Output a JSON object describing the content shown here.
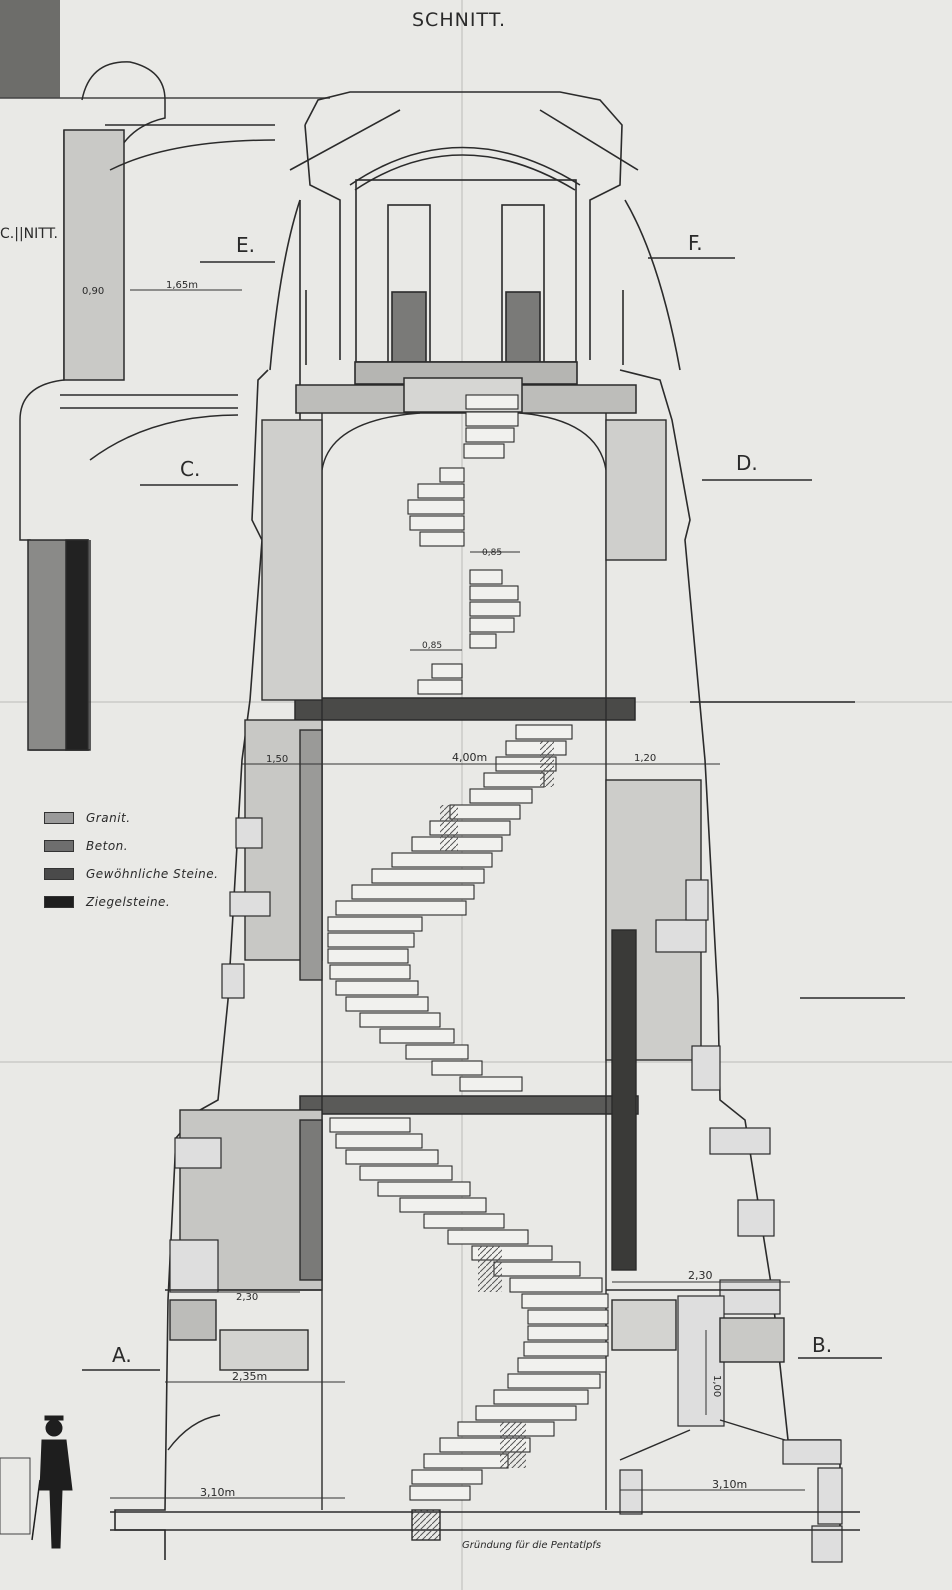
{
  "drawing": {
    "title": "SCHNITT.",
    "side_title": "C.||NITT.",
    "section_marks": {
      "a": "A.",
      "b": "B.",
      "c": "C.",
      "d": "D.",
      "e": "E.",
      "f": "F."
    },
    "dimensions": {
      "d_0_90": "0,90",
      "d_1_65": "1,65m",
      "d_0_85": "0,85",
      "d_0_85b": "0,85",
      "d_1_50": "1,50",
      "d_4_00": "4,00m",
      "d_1_20": "1,20",
      "d_2_30_left": "2,30",
      "d_2_30_right": "2,30",
      "d_2_35": "2,35m",
      "d_1_00": "1,00",
      "d_3_10_left": "3,10m",
      "d_3_10_right": "3,10m"
    },
    "note": "Gründung für die Pentatlpfs",
    "legend": [
      {
        "label": "Granit.",
        "color": "#9a9a9a"
      },
      {
        "label": "Beton.",
        "color": "#6e6e6e"
      },
      {
        "label": "Gewöhnliche Steine.",
        "color": "#4a4a4a"
      },
      {
        "label": "Ziegelsteine.",
        "color": "#1e1e1e"
      }
    ]
  }
}
